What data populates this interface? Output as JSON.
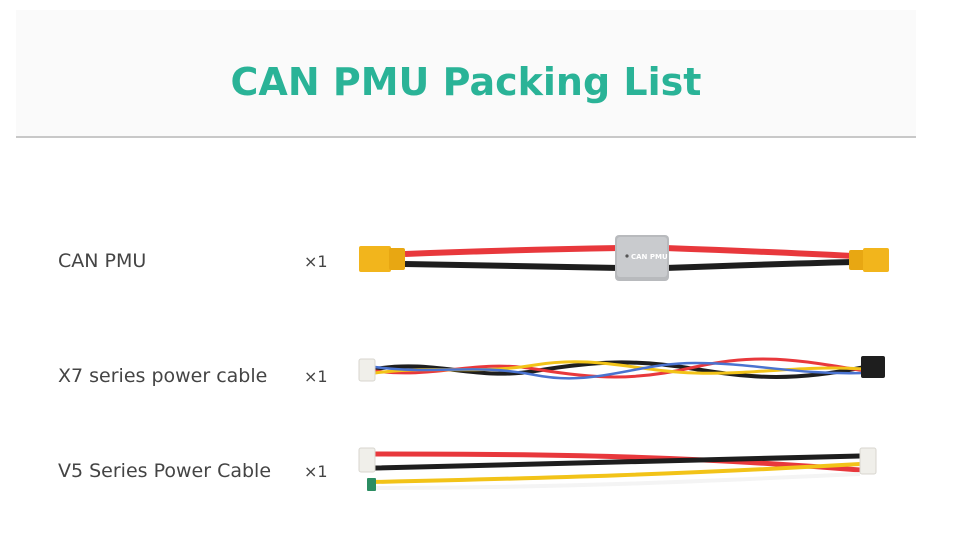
{
  "header": {
    "title": "CAN PMU Packing List",
    "title_color": "#2ab397"
  },
  "items": [
    {
      "name": "CAN PMU",
      "quantity": "×1",
      "device_label": "CAN PMU",
      "image": "can-pmu-with-xt60-leads"
    },
    {
      "name": "X7 series power cable",
      "quantity": "×1",
      "image": "x7-twisted-power-cable"
    },
    {
      "name": "V5 Series Power Cable",
      "quantity": "×1",
      "image": "v5-power-cable"
    }
  ]
}
